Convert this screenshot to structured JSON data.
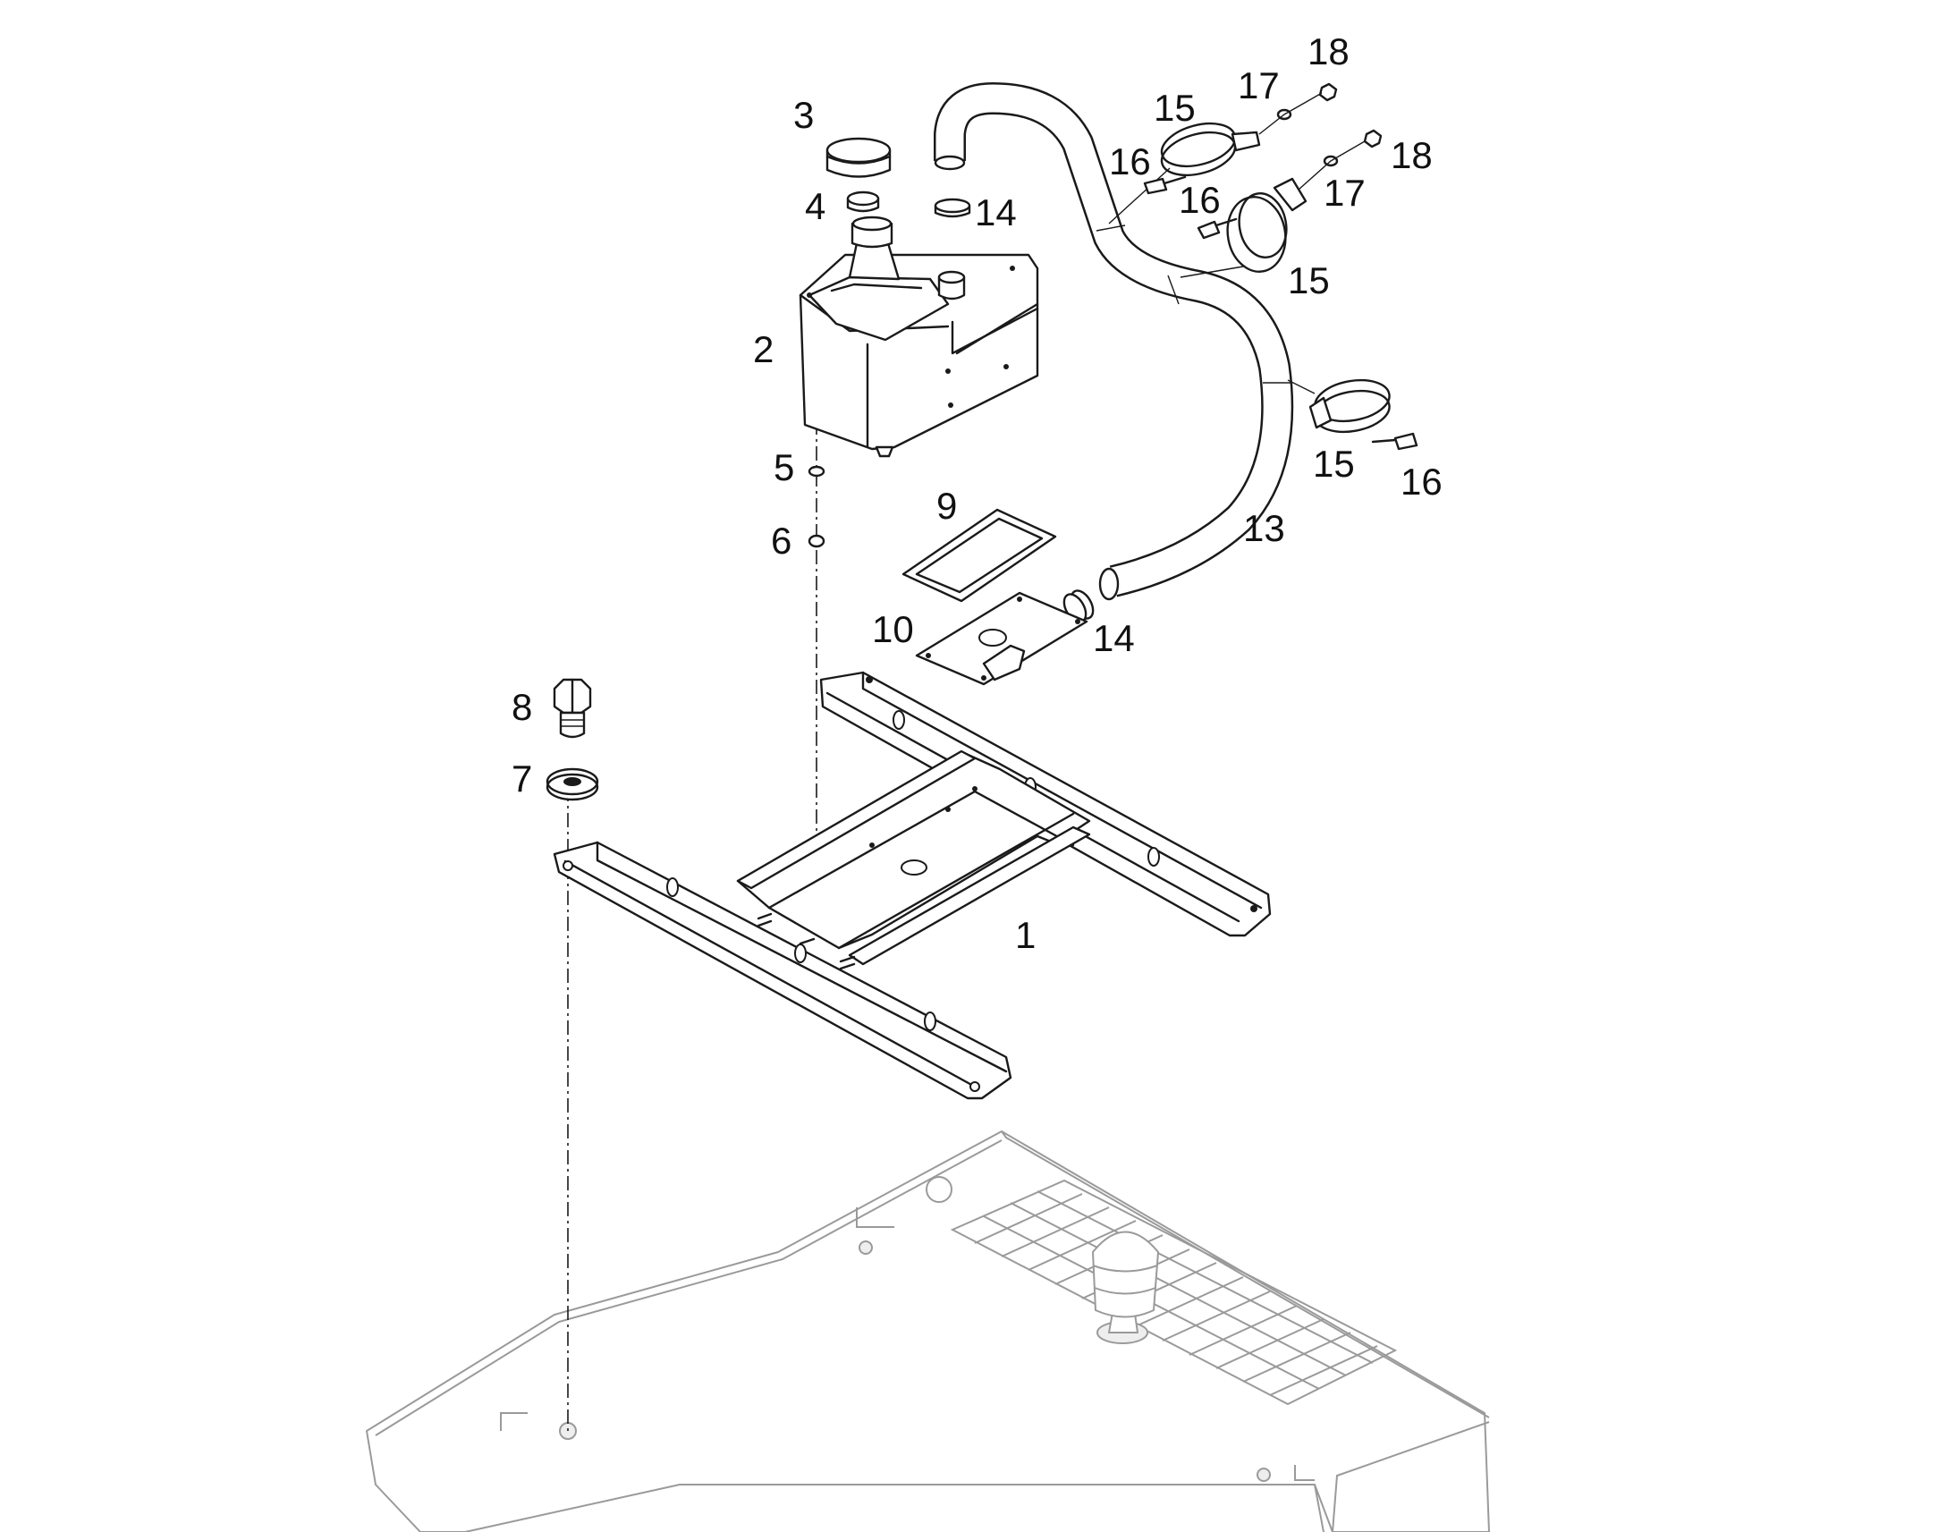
{
  "callouts": [
    {
      "id": "1",
      "label": "1"
    },
    {
      "id": "2",
      "label": "2"
    },
    {
      "id": "3",
      "label": "3"
    },
    {
      "id": "4",
      "label": "4"
    },
    {
      "id": "5",
      "label": "5"
    },
    {
      "id": "6",
      "label": "6"
    },
    {
      "id": "7",
      "label": "7"
    },
    {
      "id": "8",
      "label": "8"
    },
    {
      "id": "9",
      "label": "9"
    },
    {
      "id": "10",
      "label": "10"
    },
    {
      "id": "13",
      "label": "13"
    },
    {
      "id": "14a",
      "label": "14"
    },
    {
      "id": "14b",
      "label": "14"
    },
    {
      "id": "15a",
      "label": "15"
    },
    {
      "id": "15b",
      "label": "15"
    },
    {
      "id": "15c",
      "label": "15"
    },
    {
      "id": "16a",
      "label": "16"
    },
    {
      "id": "16b",
      "label": "16"
    },
    {
      "id": "16c",
      "label": "16"
    },
    {
      "id": "17a",
      "label": "17"
    },
    {
      "id": "17b",
      "label": "17"
    },
    {
      "id": "18a",
      "label": "18"
    },
    {
      "id": "18b",
      "label": "18"
    }
  ],
  "colors": {
    "line": "#1a1a1a",
    "ghost": "#9a9a9a",
    "background": "#ffffff"
  }
}
